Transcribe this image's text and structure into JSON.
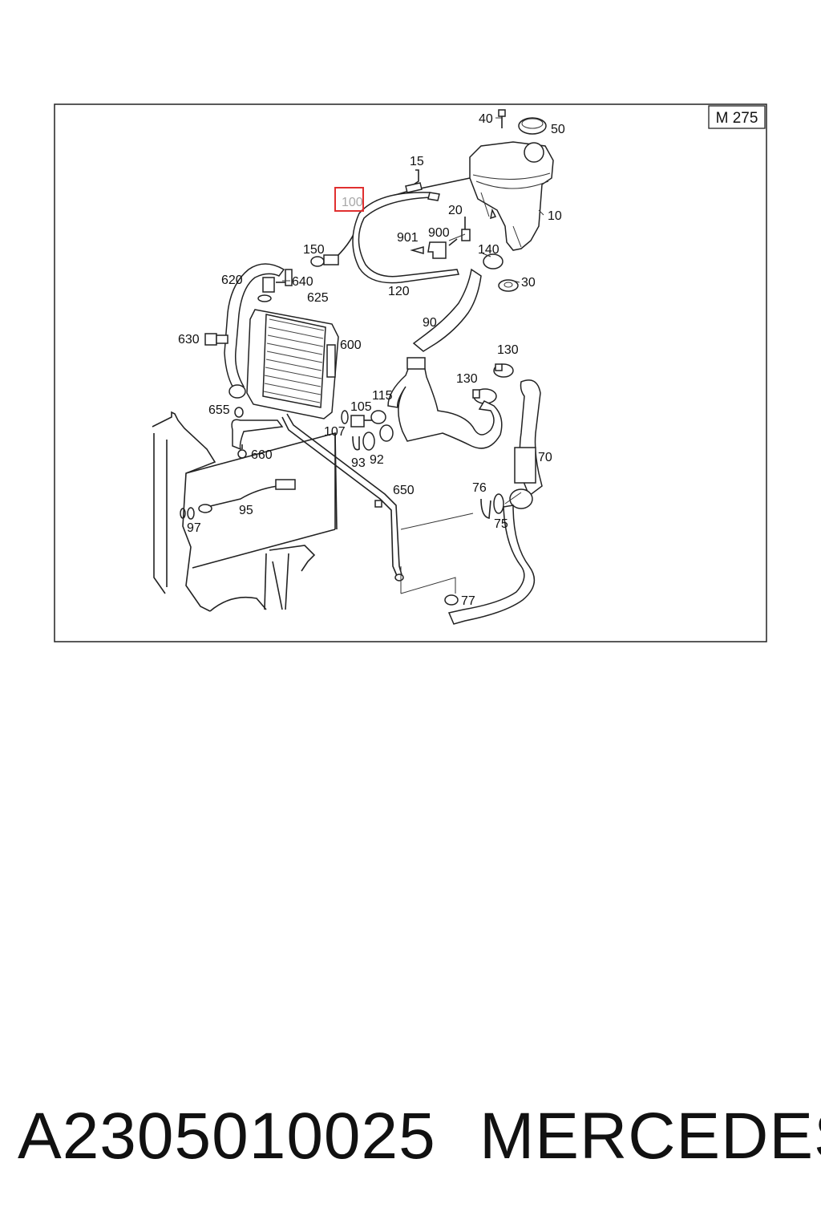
{
  "diagram": {
    "model_code": "M 275",
    "highlighted_callout": "100",
    "highlight_color": "#e03030",
    "callouts": {
      "c40": "40",
      "c50": "50",
      "c15": "15",
      "c10": "10",
      "c20": "20",
      "c901": "901",
      "c900": "900",
      "c150": "150",
      "c140": "140",
      "c30": "30",
      "c620": "620",
      "c640": "640",
      "c625": "625",
      "c120": "120",
      "c90": "90",
      "c630": "630",
      "c600": "600",
      "c130a": "130",
      "c130b": "130",
      "c115": "115",
      "c105": "105",
      "c655": "655",
      "c107": "107",
      "c93": "93",
      "c92": "92",
      "c660": "660",
      "c70": "70",
      "c650": "650",
      "c76": "76",
      "c95": "95",
      "c75": "75",
      "c97": "97",
      "c77": "77"
    }
  },
  "footer": {
    "part_number": "A2305010025",
    "brand": "MERCEDES"
  }
}
